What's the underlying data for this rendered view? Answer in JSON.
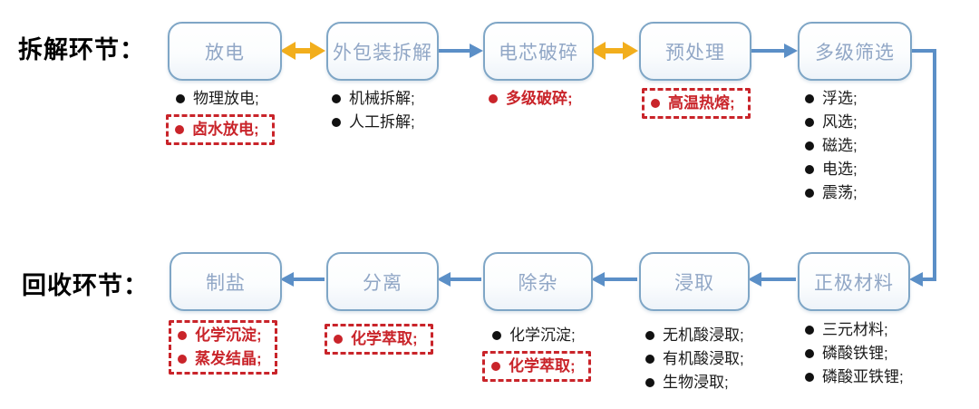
{
  "colors": {
    "blue": "#5b8fc7",
    "yellow": "#f2ae1c",
    "red": "#c9242a",
    "border": "#7fa6c6",
    "title": "#91a7c6",
    "black": "#1b1b1b"
  },
  "rows": [
    {
      "label": "拆解环节：",
      "nodes": [
        {
          "title": "放电",
          "groups": [
            {
              "boxed": false,
              "items": [
                {
                  "t": "物理放电;",
                  "red": false
                }
              ]
            },
            {
              "boxed": true,
              "items": [
                {
                  "t": "卤水放电;",
                  "red": true
                }
              ]
            }
          ]
        },
        {
          "title": "外包装拆解",
          "groups": [
            {
              "boxed": false,
              "items": [
                {
                  "t": "机械拆解;",
                  "red": false
                },
                {
                  "t": "人工拆解;",
                  "red": false
                }
              ]
            }
          ]
        },
        {
          "title": "电芯破碎",
          "groups": [
            {
              "boxed": false,
              "items": [
                {
                  "t": "多级破碎;",
                  "red": true
                }
              ]
            }
          ]
        },
        {
          "title": "预处理",
          "groups": [
            {
              "boxed": true,
              "items": [
                {
                  "t": "高温热熔;",
                  "red": true
                }
              ]
            }
          ]
        },
        {
          "title": "多级筛选",
          "groups": [
            {
              "boxed": false,
              "items": [
                {
                  "t": "浮选;",
                  "red": false
                },
                {
                  "t": "风选;",
                  "red": false
                },
                {
                  "t": "磁选;",
                  "red": false
                },
                {
                  "t": "电选;",
                  "red": false
                },
                {
                  "t": "震荡;",
                  "red": false
                }
              ]
            }
          ]
        }
      ]
    },
    {
      "label": "回收环节：",
      "nodes": [
        {
          "title": "制盐",
          "groups": [
            {
              "boxed": true,
              "items": [
                {
                  "t": "化学沉淀;",
                  "red": true
                },
                {
                  "t": "蒸发结晶;",
                  "red": true
                }
              ]
            }
          ]
        },
        {
          "title": "分离",
          "groups": [
            {
              "boxed": true,
              "items": [
                {
                  "t": "化学萃取;",
                  "red": true
                }
              ]
            }
          ]
        },
        {
          "title": "除杂",
          "groups": [
            {
              "boxed": false,
              "items": [
                {
                  "t": "化学沉淀;",
                  "red": false
                }
              ]
            },
            {
              "boxed": true,
              "items": [
                {
                  "t": "化学萃取;",
                  "red": true
                }
              ]
            }
          ]
        },
        {
          "title": "浸取",
          "groups": [
            {
              "boxed": false,
              "items": [
                {
                  "t": "无机酸浸取;",
                  "red": false
                },
                {
                  "t": "有机酸浸取;",
                  "red": false
                },
                {
                  "t": "生物浸取;",
                  "red": false
                }
              ]
            }
          ]
        },
        {
          "title": "正极材料",
          "groups": [
            {
              "boxed": false,
              "items": [
                {
                  "t": "三元材料;",
                  "red": false
                },
                {
                  "t": "磷酸铁锂;",
                  "red": false
                },
                {
                  "t": "磷酸亚铁锂;",
                  "red": false
                }
              ]
            }
          ]
        }
      ]
    }
  ],
  "connections": [
    {
      "from": "放电",
      "to": "外包装拆解",
      "style": "yellow-double-arrow"
    },
    {
      "from": "外包装拆解",
      "to": "电芯破碎",
      "style": "blue-arrow-right"
    },
    {
      "from": "电芯破碎",
      "to": "预处理",
      "style": "yellow-double-arrow"
    },
    {
      "from": "预处理",
      "to": "多级筛选",
      "style": "blue-arrow-right"
    },
    {
      "from": "多级筛选",
      "to": "正极材料",
      "style": "blue-elbow-down-left"
    },
    {
      "from": "正极材料",
      "to": "浸取",
      "style": "blue-arrow-left"
    },
    {
      "from": "浸取",
      "to": "除杂",
      "style": "blue-arrow-left"
    },
    {
      "from": "除杂",
      "to": "分离",
      "style": "blue-arrow-left"
    },
    {
      "from": "分离",
      "to": "制盐",
      "style": "blue-arrow-left"
    }
  ]
}
